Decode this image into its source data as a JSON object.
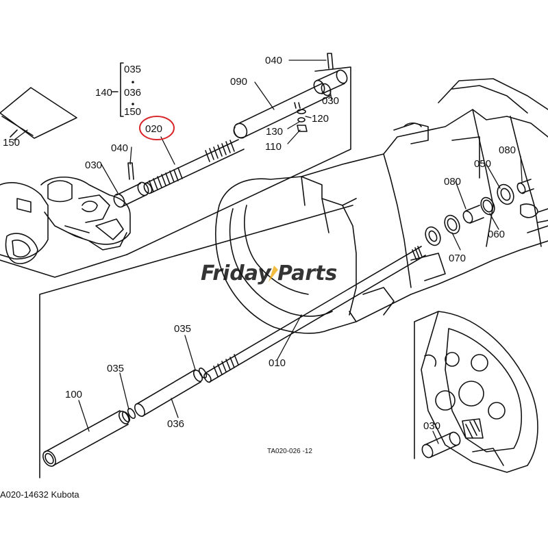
{
  "diagram": {
    "part_labels": {
      "p010": "010",
      "p020": "020",
      "p030_top": "030",
      "p030_left": "030",
      "p030_bottom": "030",
      "p035_group": "035",
      "p036_group": "036",
      "p150_group": "150",
      "p140": "140",
      "p035_a": "035",
      "p035_b": "035",
      "p036": "036",
      "p040_top": "040",
      "p040_left": "040",
      "p050": "050",
      "p060": "060",
      "p070": "070",
      "p080_a": "080",
      "p080_b": "080",
      "p090": "090",
      "p100": "100",
      "p110": "110",
      "p120": "120",
      "p130": "130",
      "p150": "150"
    },
    "drawing_code": "TA020-026 -12",
    "highlighted_part": "020",
    "highlight_color": "#d9262b"
  },
  "watermark": {
    "text_a": "Friday",
    "text_b": "Parts",
    "color": "#2f66c9"
  },
  "caption": "A020-14632 Kubota"
}
